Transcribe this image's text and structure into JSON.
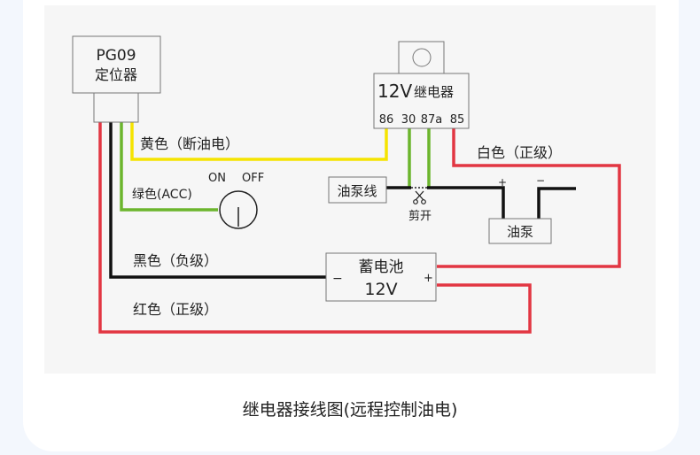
{
  "diagram": {
    "gps_device": {
      "model": "PG09",
      "name": "定位器"
    },
    "relay": {
      "title_voltage": "12V",
      "title_name": "继电器",
      "pins": [
        "86",
        "30",
        "87a",
        "85"
      ]
    },
    "wires": {
      "yellow": {
        "label": "黄色（断油电）",
        "color": "#f5e400"
      },
      "green": {
        "label": "绿色(ACC)",
        "color": "#6cb52d"
      },
      "black": {
        "label": "黑色（负级）",
        "color": "#111111"
      },
      "red": {
        "label": "红色（正级）",
        "color": "#e23642"
      },
      "white": {
        "label": "白色（正级）",
        "color": "#e23642"
      }
    },
    "switch": {
      "on_label": "ON",
      "off_label": "OFF"
    },
    "fuel_line": {
      "label": "油泵线"
    },
    "cut": {
      "label": "剪开",
      "icon": "scissors-icon"
    },
    "fuel_pump": {
      "label": "油泵",
      "plus": "+",
      "minus": "−"
    },
    "battery": {
      "name": "蓄电池",
      "voltage": "12V",
      "minus": "−",
      "plus": "+"
    }
  },
  "caption": "继电器接线图(远程控制油电)"
}
